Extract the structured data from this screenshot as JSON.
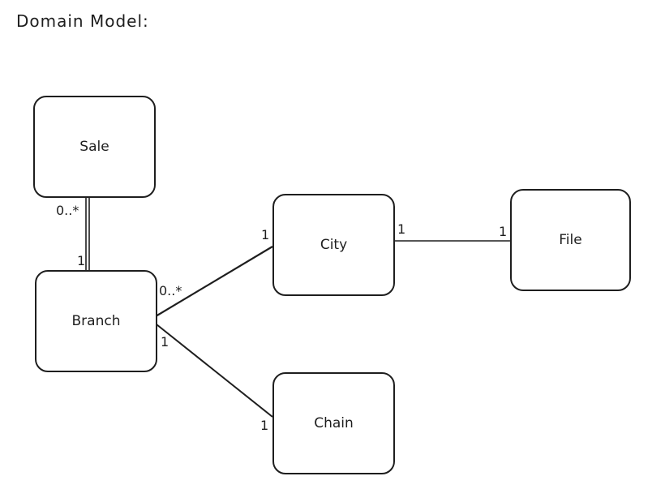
{
  "title": "Domain Model:",
  "entities": {
    "sale": "Sale",
    "branch": "Branch",
    "city": "City",
    "file": "File",
    "chain": "Chain"
  },
  "associations": {
    "sale_branch": {
      "sale_end": "0..*",
      "branch_end": "1"
    },
    "branch_city": {
      "branch_end": "0..*",
      "city_end": "1"
    },
    "city_file": {
      "city_end": "1",
      "file_end": "1"
    },
    "branch_chain": {
      "branch_end": "1",
      "chain_end": "1"
    }
  },
  "colors": {
    "stroke": "#1e1e1e",
    "background": "#ffffff"
  }
}
